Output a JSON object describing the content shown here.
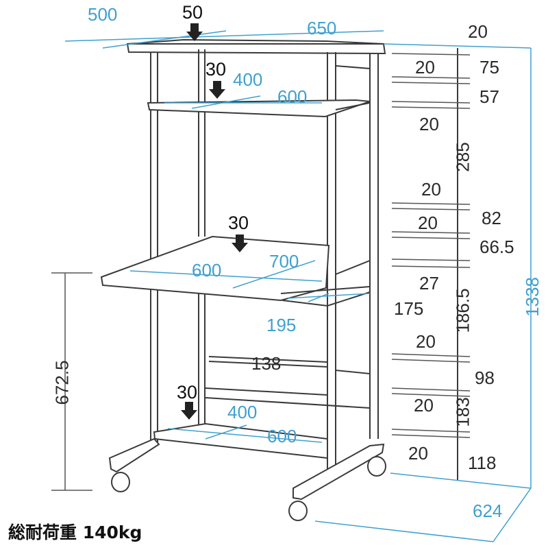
{
  "title": "Computer desk rack dimension diagram",
  "colors": {
    "dimension_blue": "#3fa0cf",
    "line_dark": "#3a3a3a",
    "arrow": "#222222"
  },
  "top_shelf": {
    "depth": "500",
    "width": "650",
    "load": "50"
  },
  "upper_shelf": {
    "depth": "400",
    "width": "600",
    "load": "30"
  },
  "desk_shelf": {
    "width": "600",
    "depth": "700",
    "load": "30"
  },
  "slide_shelf": {
    "depth": "195",
    "width_label": "175"
  },
  "bottom_shelf": {
    "depth": "400",
    "width": "600",
    "load": "30"
  },
  "bar_gap": "138",
  "left_height": "672.5",
  "base_depth": "624",
  "total_height": "1338",
  "right_stack": {
    "top_20": "20",
    "a_20": "20",
    "a_75": "75",
    "b_57": "57",
    "b_20": "20",
    "v_285": "285",
    "c_20": "20",
    "c_82": "82",
    "d_20": "20",
    "d_66_5": "66.5",
    "e_27": "27",
    "v_186_5": "186.5",
    "f_20": "20",
    "f_98": "98",
    "g_20": "20",
    "v_183": "183",
    "h_20": "20",
    "h_118": "118"
  },
  "caption": "総耐荷重 140kg"
}
